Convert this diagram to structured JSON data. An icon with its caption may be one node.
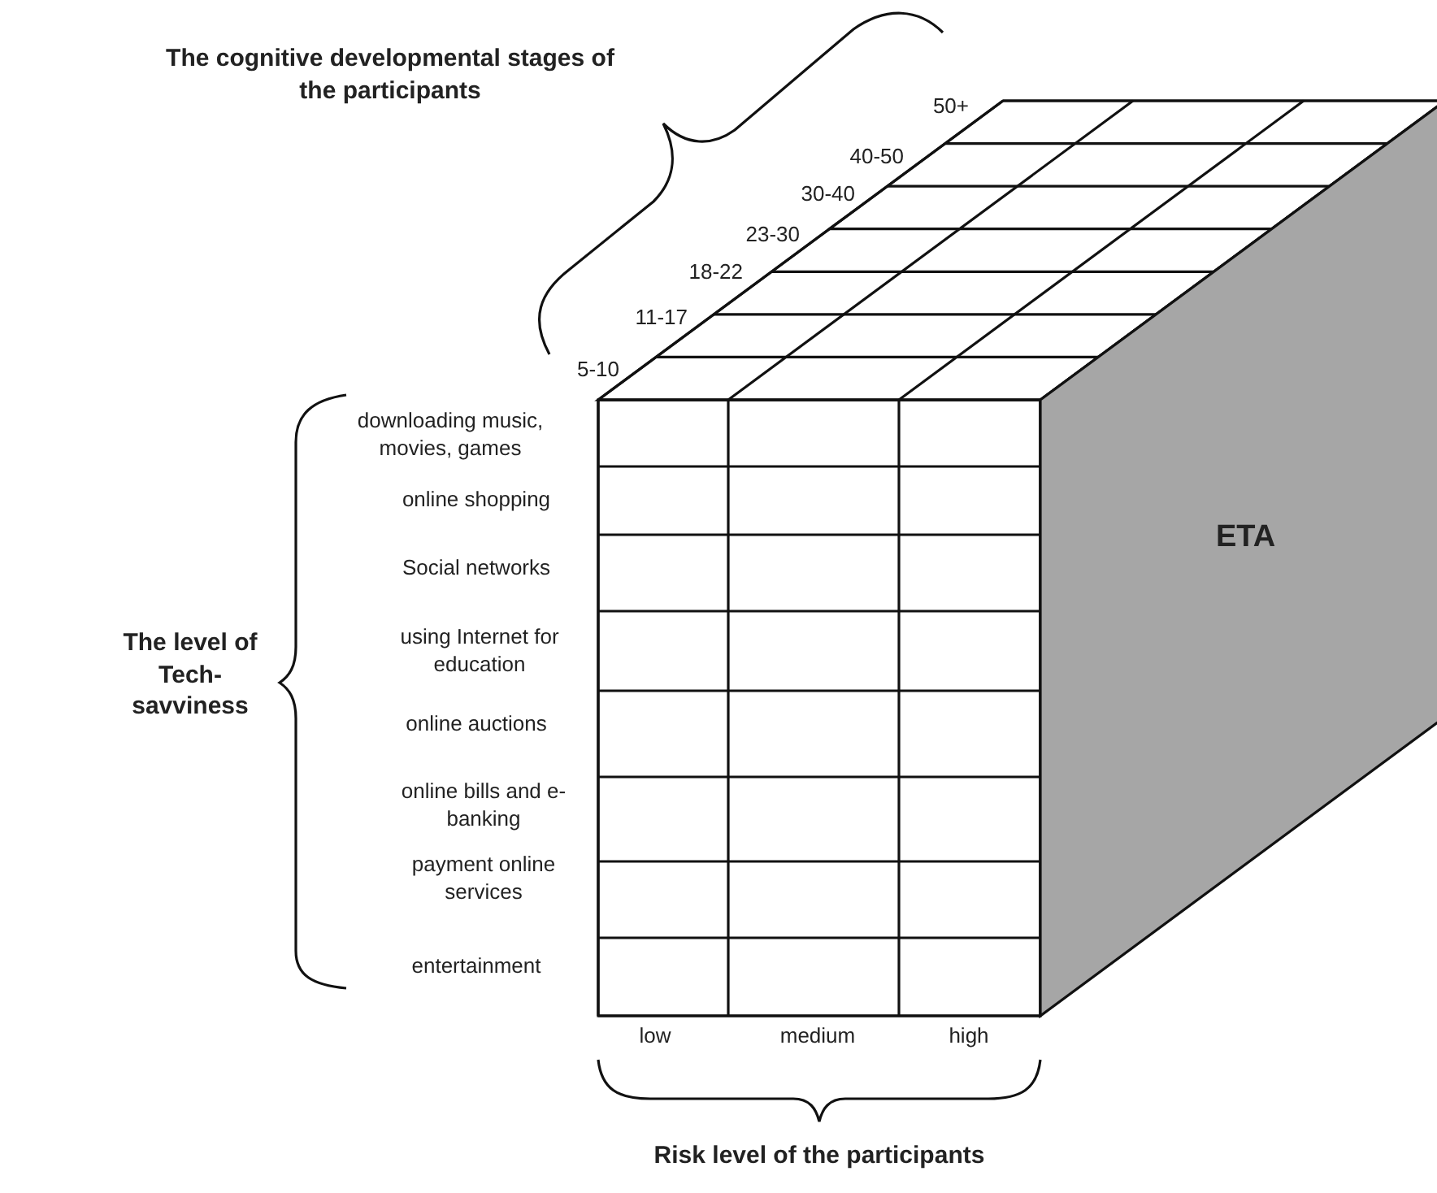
{
  "diagram": {
    "nodes": [
      {
        "text": [
          "ETA"
        ]
      }
    ],
    "labels": [
      "The cognitive developmental stages of the participants",
      "50+",
      "40-50",
      "30-40",
      "23-30",
      "18-22",
      "11-17",
      "5-10",
      "downloading music, movies, games",
      "online shopping",
      "Social networks",
      "using Internet for education",
      "online auctions",
      "online bills and e-banking",
      "payment online services",
      "entertainment",
      "The level of Tech-savviness",
      "low",
      "medium",
      "high",
      "Risk level of the participants"
    ]
  }
}
